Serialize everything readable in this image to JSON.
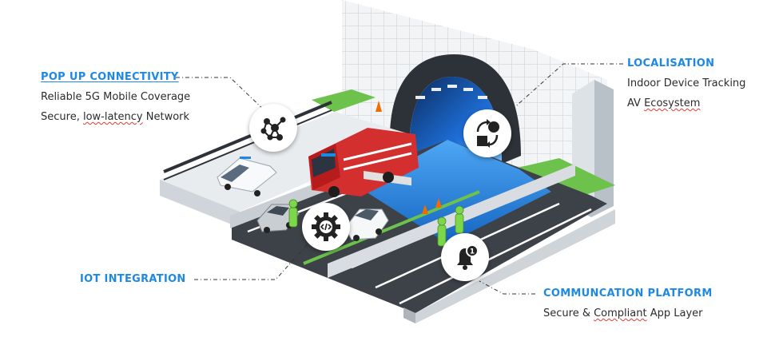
{
  "callouts": {
    "popup": {
      "title": "POP UP CONNECTIVITY",
      "line1": "Reliable 5G Mobile Coverage",
      "line2_prefix": "Secure, ",
      "line2_mark": "low-latency",
      "line2_suffix": " Network",
      "icon": "network-nodes-icon"
    },
    "localisation": {
      "title": "LOCALISATION",
      "line1": "Indoor Device Tracking",
      "line2_prefix": "AV ",
      "line2_mark": "Ecosystem",
      "icon": "shapes-cycle-icon"
    },
    "iot": {
      "title": "IOT INTEGRATION",
      "icon": "code-gear-icon"
    },
    "communication": {
      "title": "COMMUNCATION PLATFORM",
      "line1_prefix": "Secure & ",
      "line1_mark": "Compliant",
      "line1_suffix": " App Layer",
      "icon": "bell-notification-icon",
      "badge": "1"
    }
  },
  "colors": {
    "accent": "#1e88e5",
    "road": "#3d4248",
    "road_blue": "#1565c0",
    "grass": "#6cc24a",
    "fire_truck": "#d32f2f"
  }
}
